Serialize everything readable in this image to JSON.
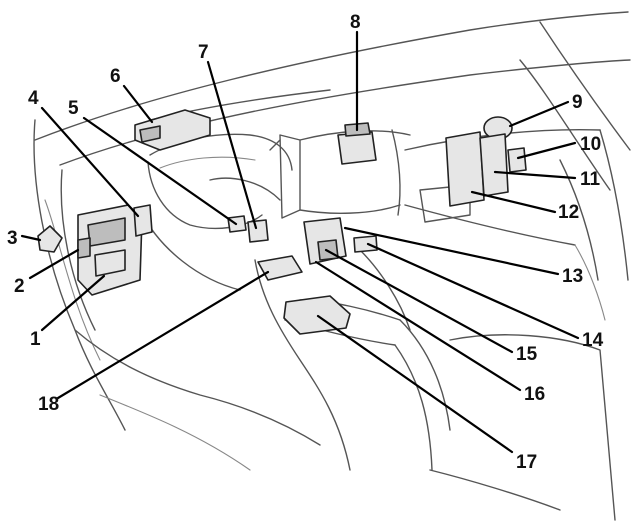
{
  "diagram": {
    "callouts": [
      {
        "id": "c1",
        "label": "1"
      },
      {
        "id": "c2",
        "label": "2"
      },
      {
        "id": "c3",
        "label": "3"
      },
      {
        "id": "c4",
        "label": "4"
      },
      {
        "id": "c5",
        "label": "5"
      },
      {
        "id": "c6",
        "label": "6"
      },
      {
        "id": "c7",
        "label": "7"
      },
      {
        "id": "c8",
        "label": "8"
      },
      {
        "id": "c9",
        "label": "9"
      },
      {
        "id": "c10",
        "label": "10"
      },
      {
        "id": "c11",
        "label": "11"
      },
      {
        "id": "c12",
        "label": "12"
      },
      {
        "id": "c13",
        "label": "13"
      },
      {
        "id": "c14",
        "label": "14"
      },
      {
        "id": "c15",
        "label": "15"
      },
      {
        "id": "c16",
        "label": "16"
      },
      {
        "id": "c17",
        "label": "17"
      },
      {
        "id": "c18",
        "label": "18"
      }
    ],
    "colors": {
      "line": "#222222",
      "outline": "#555555",
      "part_fill": "#e6e6e6",
      "background": "#ffffff"
    }
  }
}
